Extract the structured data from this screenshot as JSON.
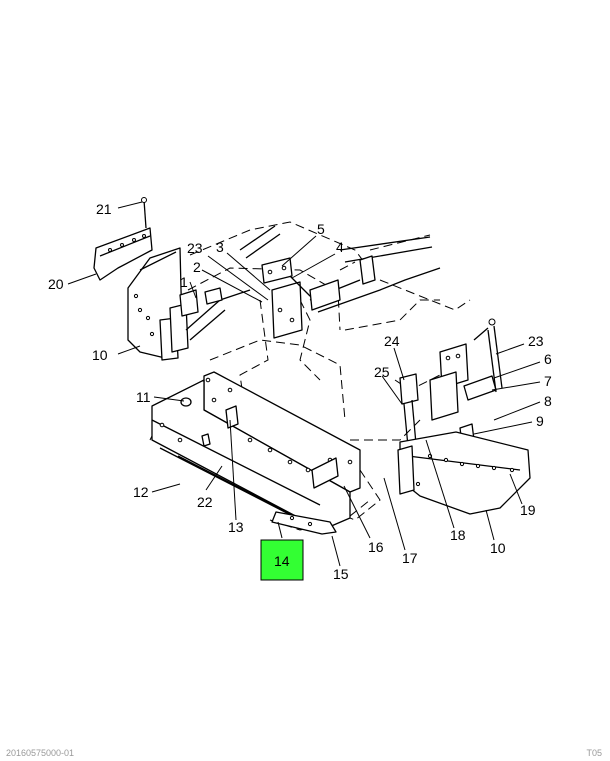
{
  "diagram": {
    "highlighted_callout": "14",
    "callouts": [
      "21",
      "20",
      "23",
      "3",
      "5",
      "4",
      "2",
      "1",
      "10",
      "11",
      "12",
      "22",
      "13",
      "14",
      "15",
      "16",
      "17",
      "18",
      "10",
      "19",
      "9",
      "8",
      "7",
      "6",
      "23",
      "24",
      "25"
    ],
    "highlight_color": "#33ff33"
  },
  "footer": {
    "left_text": "20160575000-01",
    "right_text": "T05"
  }
}
